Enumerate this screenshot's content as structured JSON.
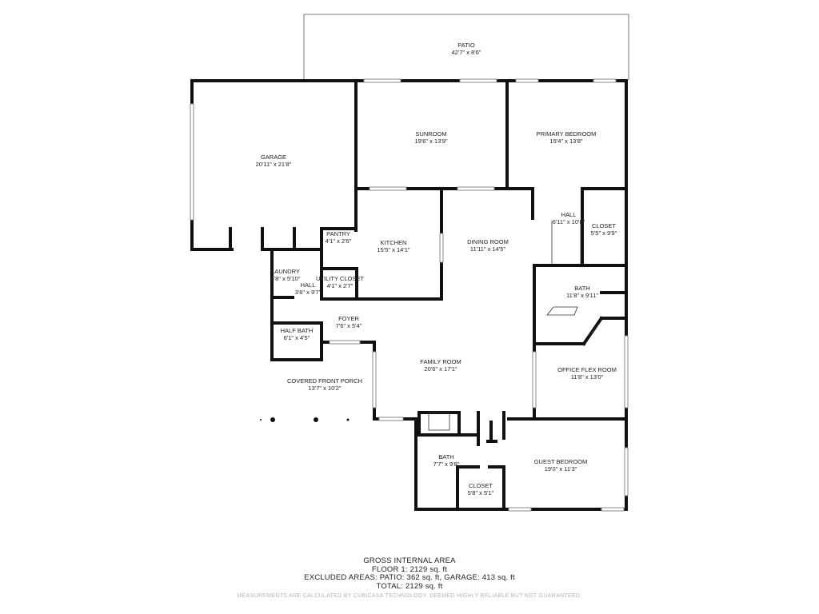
{
  "rooms": [
    {
      "name": "PATIO",
      "size": "42'7\" x 8'6\""
    },
    {
      "name": "GARAGE",
      "size": "20'11\" x 21'8\""
    },
    {
      "name": "SUNROOM",
      "size": "19'6\" x 13'9\""
    },
    {
      "name": "PRIMARY BEDROOM",
      "size": "15'4\" x 13'8\""
    },
    {
      "name": "HALL",
      "size": "6'11\" x 10'8\""
    },
    {
      "name": "CLOSET",
      "size": "5'5\" x 9'9\""
    },
    {
      "name": "PANTRY",
      "size": "4'1\" x 2'6\""
    },
    {
      "name": "KITCHEN",
      "size": "15'5\" x 14'1\""
    },
    {
      "name": "DINING ROOM",
      "size": "11'11\" x 14'5\""
    },
    {
      "name": "LAUNDRY",
      "size": "5'8\" x 5'10\""
    },
    {
      "name": "HALL",
      "size": "3'6\" x 9'7\""
    },
    {
      "name": "UTILITY CLOSET",
      "size": "4'1\" x 2'7\""
    },
    {
      "name": "BATH",
      "size": "11'8\" x 9'11\""
    },
    {
      "name": "FOYER",
      "size": "7'6\" x 5'4\""
    },
    {
      "name": "HALF BATH",
      "size": "6'1\" x 4'5\""
    },
    {
      "name": "FAMILY ROOM",
      "size": "20'6\" x 17'1\""
    },
    {
      "name": "OFFICE FLEX ROOM",
      "size": "11'8\" x 13'0\""
    },
    {
      "name": "COVERED FRONT PORCH",
      "size": "13'7\" x 10'2\""
    },
    {
      "name": "BATH",
      "size": "7'7\" x 9'8\""
    },
    {
      "name": "GUEST BEDROOM",
      "size": "19'0\" x 11'3\""
    },
    {
      "name": "CLOSET",
      "size": "5'8\" x 5'1\""
    }
  ],
  "footer": {
    "title": "GROSS INTERNAL AREA",
    "floor": "FLOOR 1: 2129 sq. ft",
    "excluded": "EXCLUDED AREAS: PATIO: 362 sq. ft, GARAGE: 413 sq. ft",
    "total": "TOTAL: 2129 sq. ft",
    "disclaimer": "MEASUREMENTS ARE CALCULATED BY CUBICASA TECHNOLOGY. DEEMED HIGHLY RELIABLE BUT NOT GUARANTEED."
  }
}
